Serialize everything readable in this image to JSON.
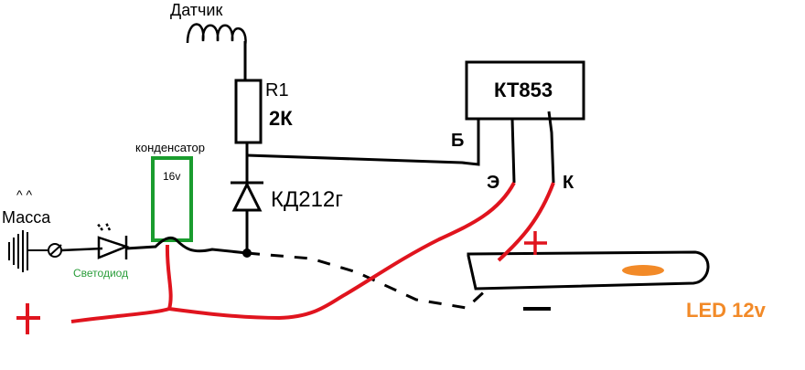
{
  "labels": {
    "sensor": "Датчик",
    "r1": "R1",
    "r1_value": "2К",
    "transistor": "КТ853",
    "base": "Б",
    "emitter": "Э",
    "collector": "К",
    "diode": "КД212г",
    "capacitor": "конденсатор",
    "capacitor_voltage": "16v",
    "ground": "Масса",
    "led_diode": "Светодиод",
    "led_strip": "LED 12v",
    "plus_left": "+",
    "plus_right": "+",
    "minus": "−"
  },
  "colors": {
    "wire": "#000000",
    "positive_wire": "#e0141e",
    "capacitor": "#1a9c2e",
    "led_label": "#f28a28",
    "led_diode_label": "#2a9d3a",
    "plus_sign": "#e0141e"
  }
}
